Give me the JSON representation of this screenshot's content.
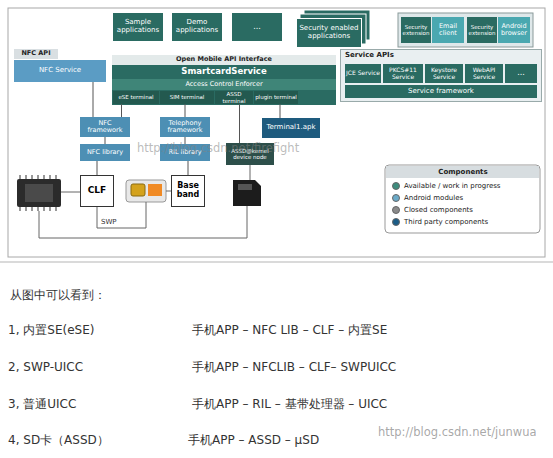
{
  "diagram": {
    "nodes": [
      {
        "text": [
          "Sample applications"
        ]
      },
      {
        "text": [
          "Demo applications"
        ]
      },
      {
        "text": [
          "..."
        ]
      },
      {
        "text": [
          "Security enabled applications"
        ]
      },
      {
        "text": [
          "Security extension"
        ]
      },
      {
        "text": [
          "Email client"
        ]
      },
      {
        "text": [
          "Security extension"
        ]
      },
      {
        "text": [
          "Android browser"
        ]
      },
      {
        "text": [
          "NFC API",
          "NFC Service"
        ]
      },
      {
        "text": [
          "Open Mobile API Interface",
          "SmartcardService"
        ]
      },
      {
        "text": [
          "Access Control Enforcer"
        ],
        "in": 9
      },
      {
        "text": [
          "eSE terminal"
        ],
        "in": 9
      },
      {
        "text": [
          "SIM terminal"
        ],
        "in": 9
      },
      {
        "text": [
          "ASSD terminal"
        ],
        "in": 9
      },
      {
        "text": [
          "plugin terminal"
        ],
        "in": 9
      },
      {
        "text": [
          "Service APIs"
        ]
      },
      {
        "text": [
          "JCE Service"
        ],
        "in": 15
      },
      {
        "text": [
          "PKCS#11 Service"
        ],
        "in": 15
      },
      {
        "text": [
          "Keystore Service"
        ],
        "in": 15
      },
      {
        "text": [
          "WebAPI Service"
        ],
        "in": 15
      },
      {
        "text": [
          "..."
        ],
        "in": 15
      },
      {
        "text": [
          "Service framework"
        ],
        "in": 15
      },
      {
        "text": [
          "NFC framework"
        ]
      },
      {
        "text": [
          "NFC library"
        ]
      },
      {
        "text": [
          "Telephony framework"
        ]
      },
      {
        "text": [
          "RIL library"
        ]
      },
      {
        "text": [
          "ASSD@kernel device node"
        ]
      },
      {
        "text": [
          "Terminal1.apk"
        ]
      },
      {
        "text": [
          "CLF"
        ]
      },
      {
        "text": [
          "Base band"
        ]
      }
    ],
    "edges": [
      {
        "from": 8,
        "to": 22,
        "arrow": "none"
      },
      {
        "from": 11,
        "to": 22,
        "arrow": "none"
      },
      {
        "from": 22,
        "to": 23,
        "arrow": "none"
      },
      {
        "from": 23,
        "to": 28,
        "arrow": "none"
      },
      {
        "from": 12,
        "to": 24,
        "arrow": "none"
      },
      {
        "from": 24,
        "to": 25,
        "arrow": "none"
      },
      {
        "from": 25,
        "to": 29,
        "arrow": "none"
      },
      {
        "from": 13,
        "to": 26,
        "arrow": "none"
      },
      {
        "from": 14,
        "to": 27,
        "arrow": "none"
      }
    ],
    "labels": [
      "Components",
      "http://blog.csdn.net/firefight",
      "SWP",
      "从图中可以看到：",
      "1, 内置SE(eSE)",
      "手机APP – NFC LIB – CLF – 内置SE",
      "2, SWP-UICC",
      "手机APP – NFCLIB – CLF– SWPUICC",
      "3, 普通UICC",
      "手机APP – RIL – 基带处理器 – UICC",
      "4, SD卡（ASSD）",
      "手机APP – ASSD – µSD",
      "http://blog.csdn.net/junwua"
    ],
    "legend": [
      {
        "text": "Available / work in progress",
        "color": "#3d8c7d"
      },
      {
        "text": "Android modules",
        "color": "#6aaac8"
      },
      {
        "text": "Closed components",
        "color": "#8a8a8a"
      },
      {
        "text": "Third party components",
        "color": "#1b5c86"
      }
    ]
  }
}
